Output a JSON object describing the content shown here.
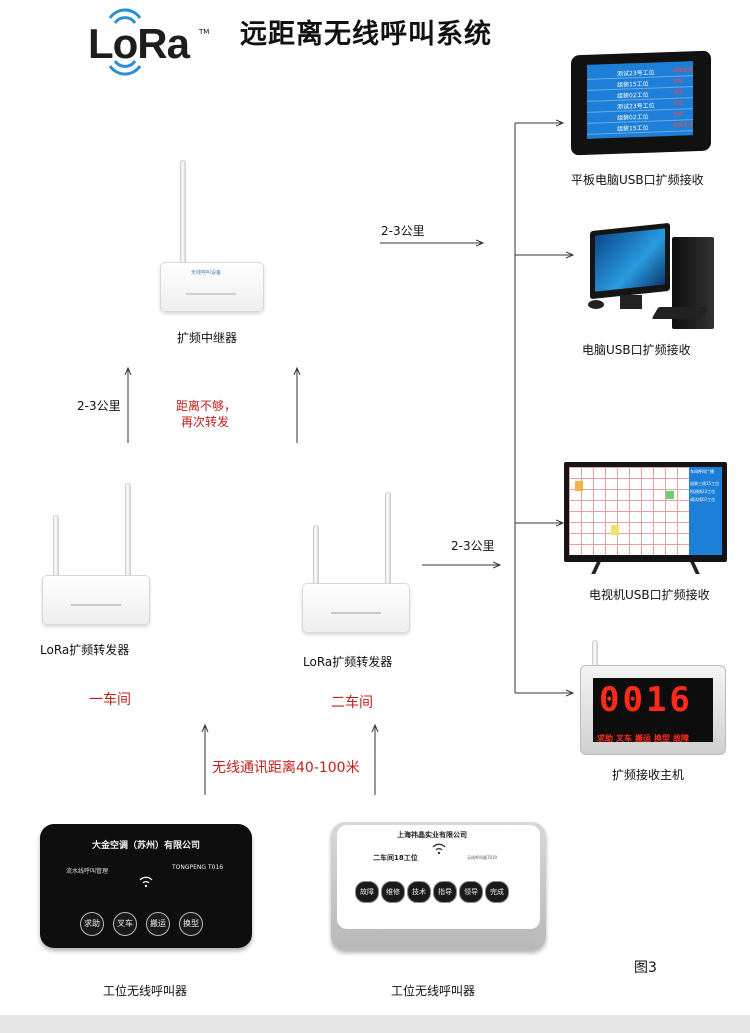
{
  "header": {
    "logo_text": "LoRa",
    "logo_tm": "TM",
    "title": "远距离无线呼叫系统"
  },
  "repeater": {
    "label": "扩频中继器",
    "device_text": "无线呼叫设备"
  },
  "links": {
    "to_receivers": "2-3公里",
    "up_left": "2-3公里",
    "retransmit_note_1": "距离不够，",
    "retransmit_note_2": "再次转发",
    "to_tv": "2-3公里",
    "wireless_range": "无线通讯距离40-100米"
  },
  "forwarders": [
    {
      "label": "LoRa扩频转发器",
      "workshop": "一车间"
    },
    {
      "label": "LoRa扩频转发器",
      "workshop": "二车间"
    }
  ],
  "receivers": {
    "tablet": {
      "label": "平板电脑USB口扩频接收",
      "rows": [
        {
          "name": "测试23号工位",
          "status": "故障支持"
        },
        {
          "name": "组装15工位",
          "status": "求助"
        },
        {
          "name": "组装02工位",
          "status": "求助"
        },
        {
          "name": "测试23号工位",
          "status": "求助"
        },
        {
          "name": "组装02工位",
          "status": "求助"
        },
        {
          "name": "组装15工位",
          "status": "故障支持"
        }
      ]
    },
    "pc": {
      "label": "电脑USB口扩频接收"
    },
    "tv": {
      "label": "电视机USB口扩频接收",
      "header": "车间呼叫广播",
      "side_lines": [
        "组装三线15工位",
        "检测线23工位",
        "调试线02工位"
      ]
    },
    "host": {
      "label": "扩频接收主机",
      "digits": "0016",
      "functions": [
        "求助",
        "叉车",
        "搬运",
        "换型",
        "故障"
      ]
    }
  },
  "callers": [
    {
      "label": "工位无线呼叫器",
      "company": "大金空调（苏州）有限公司",
      "subtitle": "流水线呼叫管理",
      "brand": "TONGPENG T016",
      "buttons": [
        "求助",
        "叉车",
        "搬运",
        "换型"
      ]
    },
    {
      "label": "工位无线呼叫器",
      "company": "上海祎晶实业有限公司",
      "subtitle": "二车间18工位",
      "brand": "无线呼叫器T019",
      "buttons": [
        "故障",
        "维修",
        "技术",
        "指导",
        "领导",
        "完成"
      ]
    }
  ],
  "figure_label": "图3",
  "colors": {
    "link_red": "#c0201c",
    "tablet_screen": "#1e7fd8",
    "host_digits": "#ff2a1a",
    "lora_wave": "#2a8fd6"
  }
}
